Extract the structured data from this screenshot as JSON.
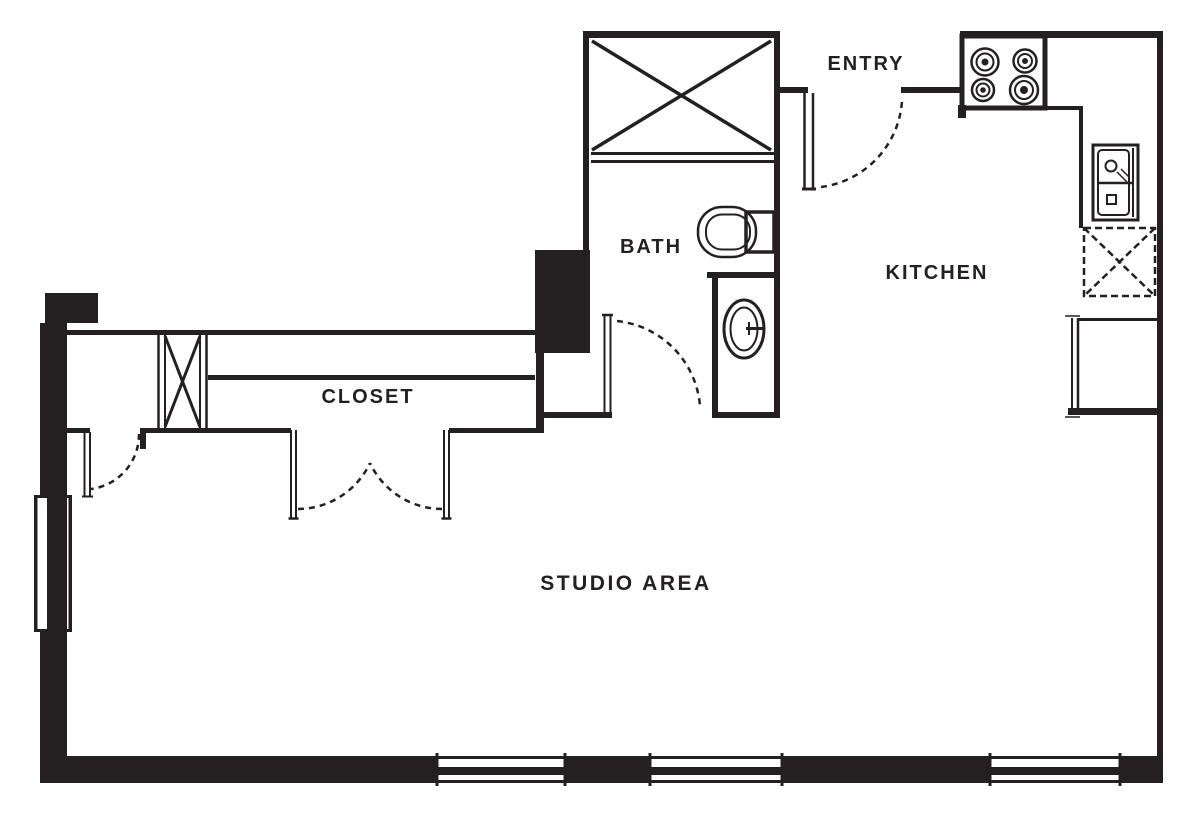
{
  "plan": {
    "labels": {
      "entry": "ENTRY",
      "bath": "BATH",
      "kitchen": "KITCHEN",
      "closet": "CLOSET",
      "studio_area": "STUDIO AREA"
    },
    "colors": {
      "ink": "#242021",
      "background": "#ffffff"
    }
  }
}
